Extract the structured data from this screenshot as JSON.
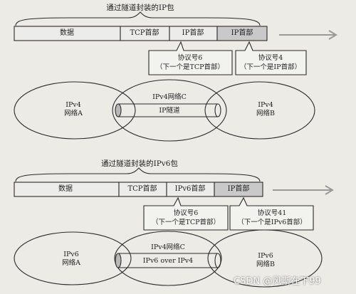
{
  "colors": {
    "background": "#ecebe6",
    "shaded_cell": "#c9c9c9",
    "line": "#2a2a2a",
    "arrow": "#9a9a9a",
    "watermark": "#ffffff"
  },
  "ipv4_section": {
    "title": "通过隧道封装的IP包",
    "packet": {
      "data": "数据",
      "tcp_header": "TCP首部",
      "inner_ip_header": "IP首部",
      "outer_ip_header": "IP首部"
    },
    "callout_inner": {
      "line1": "协议号6",
      "line2": "（下一个是TCP首部）"
    },
    "callout_outer": {
      "line1": "协议号4",
      "line2": "（下一个是IP首部）"
    },
    "network_a": {
      "line1": "IPv4",
      "line2": "网络A"
    },
    "network_c": {
      "name": "IPv4网络C",
      "tunnel": "IP隧道"
    },
    "network_b": {
      "line1": "IPv4",
      "line2": "网络B"
    }
  },
  "ipv6_section": {
    "title": "通过隧道封装的IPv6包",
    "packet": {
      "data": "数据",
      "tcp_header": "TCP首部",
      "inner_ip_header": "IPv6首部",
      "outer_ip_header": "IP首部"
    },
    "callout_inner": {
      "line1": "协议号6",
      "line2": "（下一个是TCP首部）"
    },
    "callout_outer": {
      "line1": "协议号41",
      "line2": "（下一个是IPv6首部）"
    },
    "network_a": {
      "line1": "IPv6",
      "line2": "网络A"
    },
    "network_c": {
      "name": "IPv4网络C",
      "tunnel": "IPv6 over IPv4"
    },
    "network_b": {
      "line1": "IPv6",
      "line2": "网络B"
    }
  },
  "watermark": "CSDN @风斯在下99"
}
